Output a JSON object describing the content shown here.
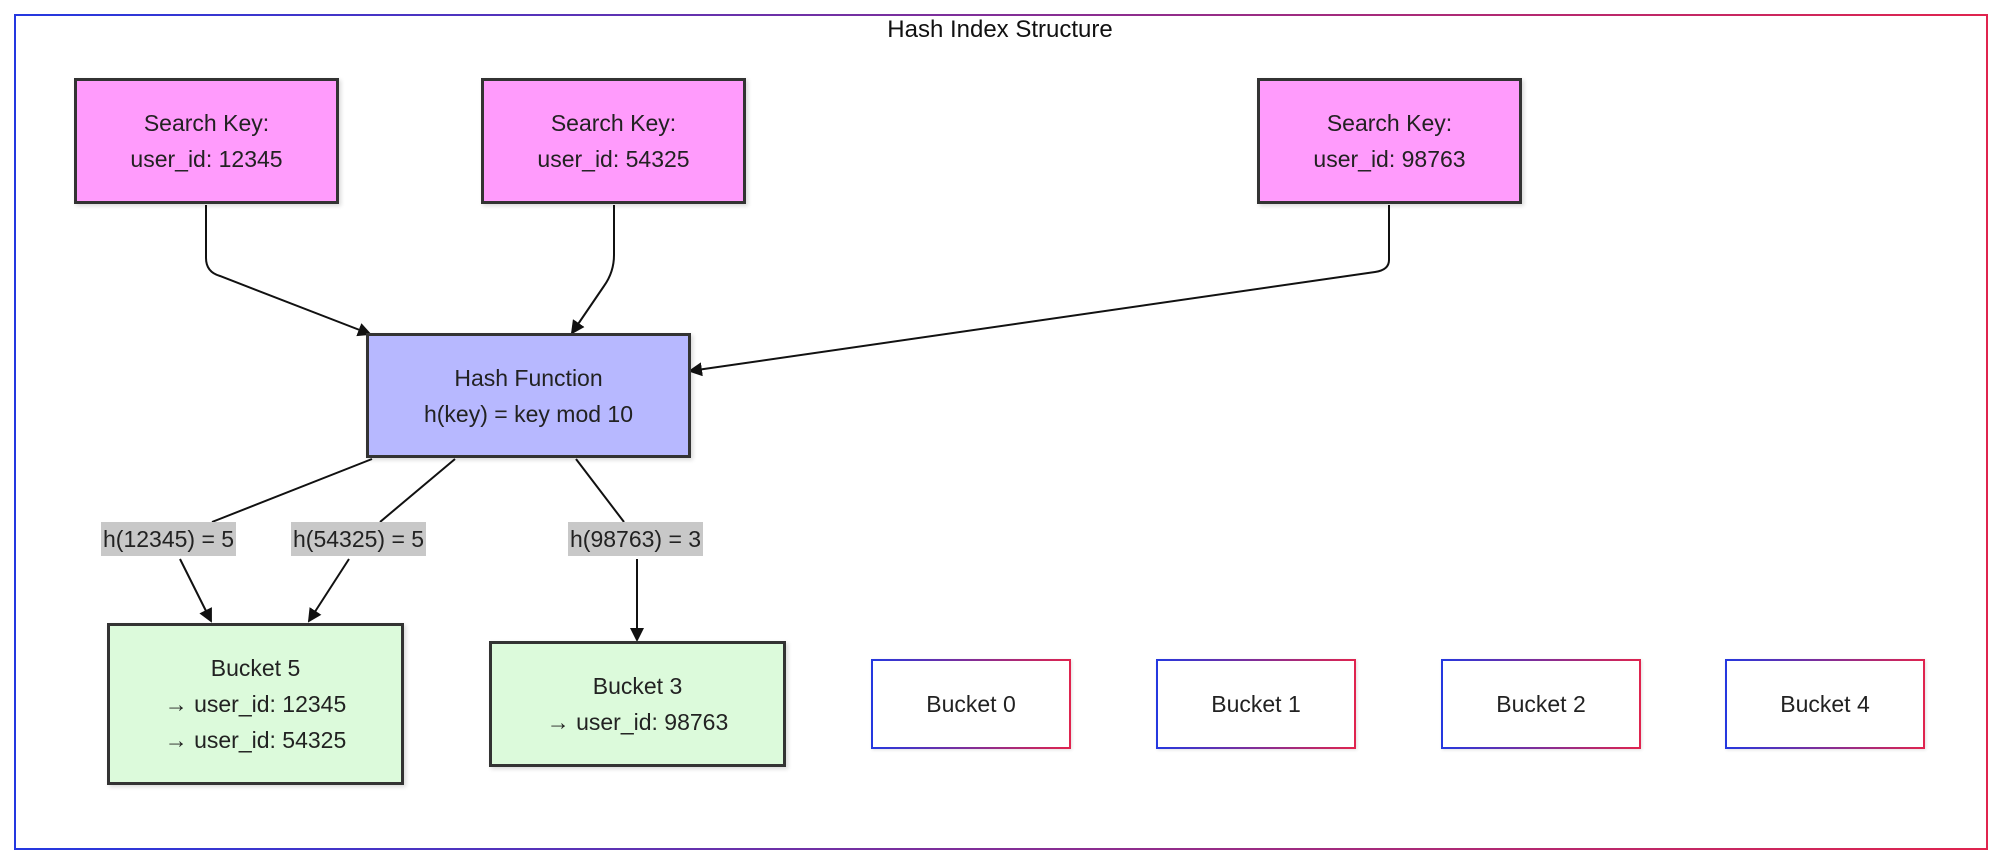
{
  "diagram": {
    "title": "Hash Index Structure",
    "search_keys": [
      {
        "line1": "Search Key:",
        "line2": "user_id: 12345"
      },
      {
        "line1": "Search Key:",
        "line2": "user_id: 54325"
      },
      {
        "line1": "Search Key:",
        "line2": "user_id: 98763"
      }
    ],
    "hash_function": {
      "line1": "Hash Function",
      "line2": "h(key) = key mod 10"
    },
    "edge_labels": [
      "h(12345) = 5",
      "h(54325) = 5",
      "h(98763) = 3"
    ],
    "buckets": [
      {
        "title": "Bucket 5",
        "entries": [
          "→ user_id: 12345",
          "→ user_id: 54325"
        ]
      },
      {
        "title": "Bucket 3",
        "entries": [
          "→ user_id: 98763"
        ]
      },
      {
        "title": "Bucket 0"
      },
      {
        "title": "Bucket 1"
      },
      {
        "title": "Bucket 2"
      },
      {
        "title": "Bucket 4"
      }
    ],
    "colors": {
      "search_key_fill": "#ff9bfc",
      "hash_fill": "#b7b8ff",
      "bucket_fill": "#dcfadb",
      "edge_label_fill": "#c8c8c8",
      "frame_gradient_start": "#2438e0",
      "frame_gradient_end": "#e0244e"
    }
  }
}
